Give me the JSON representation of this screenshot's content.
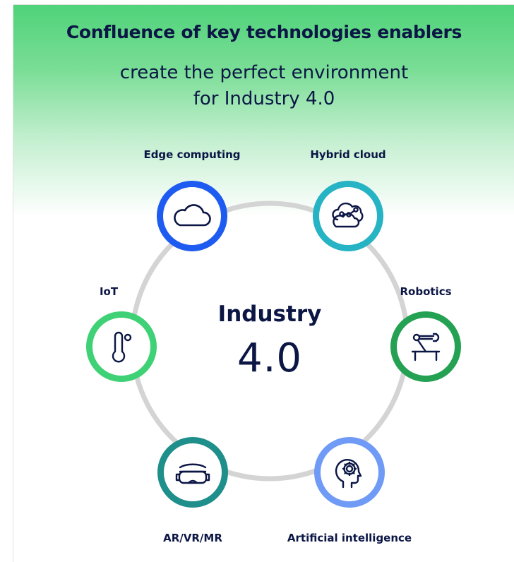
{
  "header": {
    "title": "Confluence of key technologies enablers",
    "subtitle_line1": "create the perfect environment",
    "subtitle_line2": "for Industry 4.0"
  },
  "center": {
    "title": "Industry",
    "value": "4.0"
  },
  "ring_color": "#d4d4d4",
  "nodes": [
    {
      "label": "Edge computing",
      "icon": "cloud-icon",
      "color": "#1e5bf0"
    },
    {
      "label": "Hybrid cloud",
      "icon": "cloud-network-icon",
      "color": "#26b3c4"
    },
    {
      "label": "Robotics",
      "icon": "robot-arm-icon",
      "color": "#24a152"
    },
    {
      "label": "Artificial intelligence",
      "icon": "ai-head-gear-icon",
      "color": "#6f9af5"
    },
    {
      "label": "AR/VR/MR",
      "icon": "vr-headset-icon",
      "color": "#1e8f8b"
    },
    {
      "label": "IoT",
      "icon": "thermometer-icon",
      "color": "#3fd176"
    }
  ]
}
